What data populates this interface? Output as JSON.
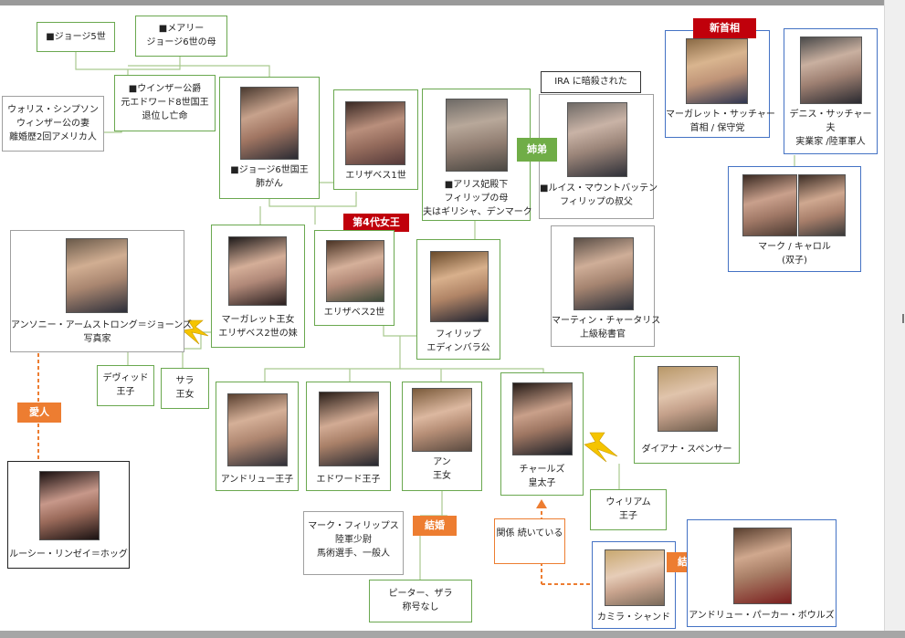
{
  "people": {
    "george5": {
      "lines": [
        "■ジョージ5世"
      ]
    },
    "mary": {
      "lines": [
        "■メアリー",
        "ジョージ6世の母"
      ]
    },
    "windsor": {
      "lines": [
        "■ウインザー公爵",
        "元エドワード8世国王",
        "退位し亡命"
      ]
    },
    "wallis": {
      "lines": [
        "ウォリス・シンプソン",
        "ウィンザー公の妻",
        "離婚歴2回アメリカ人"
      ]
    },
    "george6": {
      "lines": [
        "■ジョージ6世国王",
        "肺がん"
      ]
    },
    "elizabeth1": {
      "lines": [
        "エリザベス1世"
      ]
    },
    "alice": {
      "lines": [
        "■アリス妃殿下",
        "フィリップの母",
        "夫はギリシャ、デンマーク"
      ]
    },
    "louis": {
      "lines": [
        "■ルイス・マウントバッテン",
        "フィリップの叔父"
      ]
    },
    "thatcher": {
      "lines": [
        "マーガレット・サッチャー",
        "首相 / 保守党"
      ]
    },
    "denis": {
      "lines": [
        "デニス・サッチャー",
        "夫",
        "実業家 /陸軍軍人"
      ]
    },
    "twins": {
      "lines": [
        "マーク / キャロル",
        "(双子)"
      ]
    },
    "armstrong": {
      "lines": [
        "アンソニー・アームストロング＝ジョーンズ",
        "写真家"
      ]
    },
    "margaret": {
      "lines": [
        "マーガレット王女",
        "エリザベス2世の妹"
      ]
    },
    "elizabeth2": {
      "lines": [
        "エリザベス2世"
      ]
    },
    "philip": {
      "lines": [
        "フィリップ",
        "エディンバラ公"
      ]
    },
    "martin": {
      "lines": [
        "マーティン・チャータリス",
        "上級秘書官"
      ]
    },
    "david": {
      "lines": [
        "デヴィッド",
        "王子"
      ]
    },
    "sarah": {
      "lines": [
        "サラ",
        "王女"
      ]
    },
    "andrew": {
      "lines": [
        "アンドリュー王子"
      ]
    },
    "edward": {
      "lines": [
        "エドワード王子"
      ]
    },
    "anne": {
      "lines": [
        "アン",
        "王女"
      ]
    },
    "charles": {
      "lines": [
        "チャールズ",
        "皇太子"
      ]
    },
    "diana": {
      "lines": [
        "ダイアナ・スペンサー"
      ]
    },
    "william": {
      "lines": [
        "ウィリアム",
        "王子"
      ]
    },
    "lucy": {
      "lines": [
        "ルーシー・リンゼイ＝ホッグ"
      ]
    },
    "markphillips": {
      "lines": [
        "マーク・フィリップス",
        "陸軍少尉",
        "馬術選手、一般人"
      ]
    },
    "peter": {
      "lines": [
        "ピーター、ザラ",
        "称号なし"
      ]
    },
    "camilla": {
      "lines": [
        "カミラ・シャンド"
      ]
    },
    "parker": {
      "lines": [
        "アンドリュー・パーカー・ボウルズ"
      ]
    }
  },
  "tags": {
    "new_pm": "新首相",
    "fourth_queen": "第4代女王",
    "siblings": "姉弟",
    "lover": "愛人",
    "marriage1": "結婚",
    "marriage2": "結婚"
  },
  "callouts": {
    "ira": "IRA に暗殺された",
    "relation": [
      "関係",
      "続いている"
    ]
  },
  "colors": {
    "green": "#6aa84f",
    "gray": "#9f9f9f",
    "blue": "#4472c4",
    "red_tag": "#c0000b",
    "orange_tag": "#ed7d31",
    "lightning": "#f5c400"
  }
}
